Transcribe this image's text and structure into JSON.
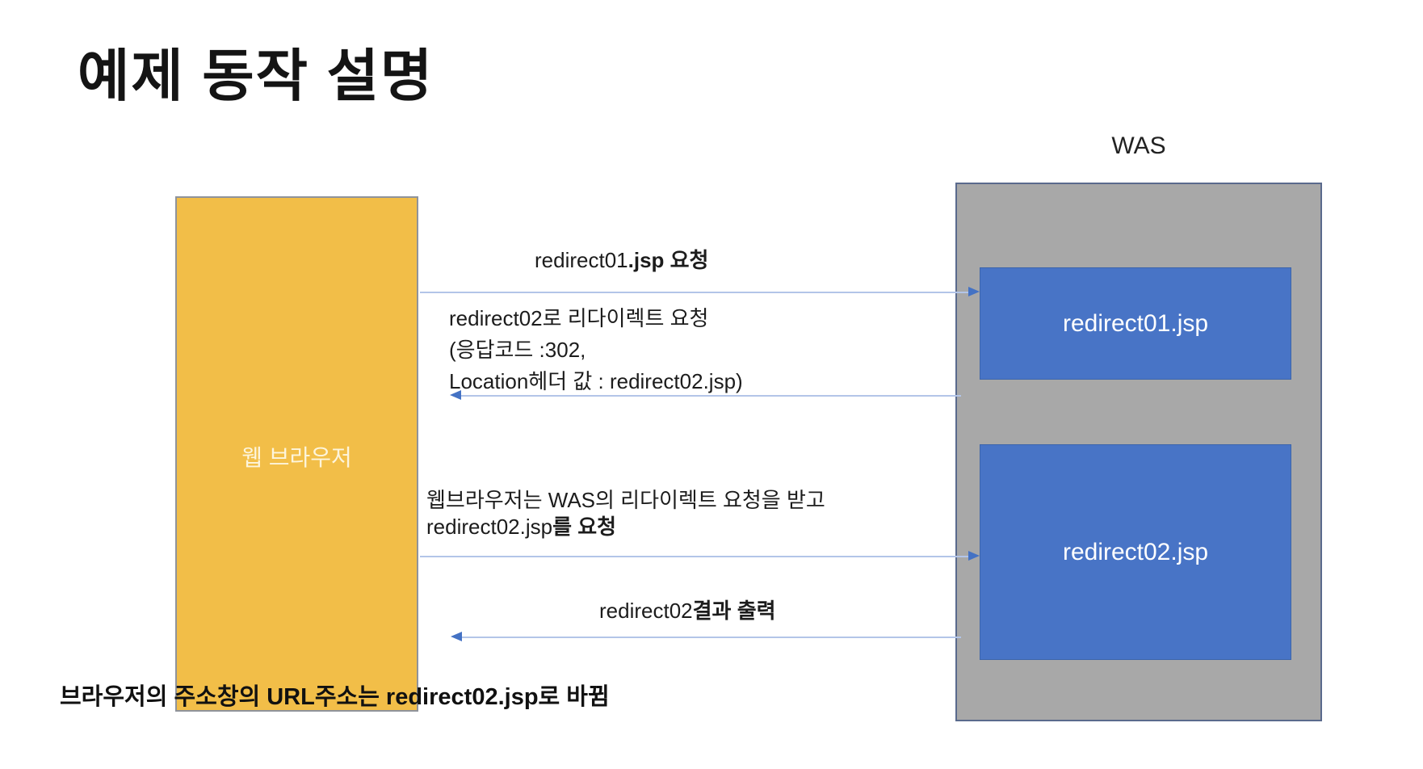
{
  "title": "예제 동작 설명",
  "browser": {
    "label": "웹 브라우저"
  },
  "was": {
    "label": "WAS",
    "components": {
      "first": "redirect01.jsp",
      "second": "redirect02.jsp"
    }
  },
  "annotations": {
    "request1": {
      "normal": "redirect01",
      "bold": ".jsp 요청"
    },
    "response1": {
      "line1": "redirect02로 리다이렉트 요청",
      "line2": "(응답코드 :302,",
      "line3": "Location헤더 값 : redirect02.jsp)"
    },
    "request2": {
      "line1": "웹브라우저는 WAS의 리다이렉트 요청을 받고",
      "line2_normal": "redirect02.jsp",
      "line2_bold": "를 요청"
    },
    "response2": {
      "normal": "redirect02",
      "bold": "결과 출력"
    },
    "footer": "브라우저의 주소창의 URL주소는 redirect02.jsp로 바뀜"
  },
  "colors": {
    "browser_fill": "#F2BE48",
    "was_fill": "#A8A8A8",
    "component_fill": "#4874C6",
    "arrow_line": "#B3C5E8",
    "arrow_head": "#4472C4"
  }
}
